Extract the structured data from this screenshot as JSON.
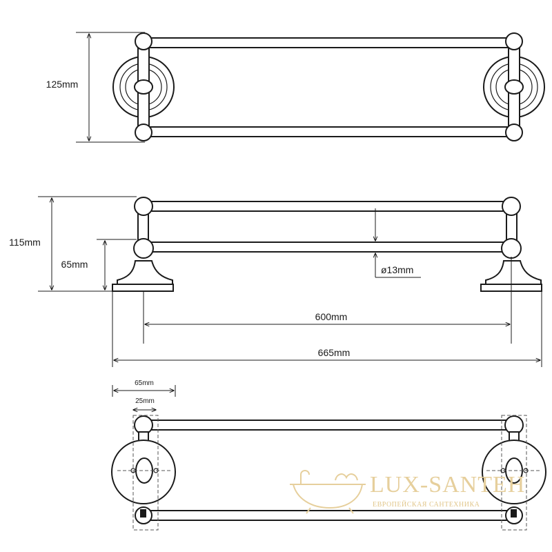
{
  "dimensions": {
    "top_height": "125mm",
    "side_height": "115mm",
    "side_lower": "65mm",
    "rod_diameter": "ø13mm",
    "inner_length": "600mm",
    "total_length": "665mm",
    "base_width": "65mm",
    "hole_spacing": "25mm"
  },
  "watermark": {
    "brand": "LUX-SANTEH",
    "tagline": "ЕВРОПЕЙСКАЯ САНТЕХНИКА",
    "icon": "bathtub-icon"
  },
  "colors": {
    "line": "#1a1a1a",
    "watermark": "#e6cf9c"
  }
}
